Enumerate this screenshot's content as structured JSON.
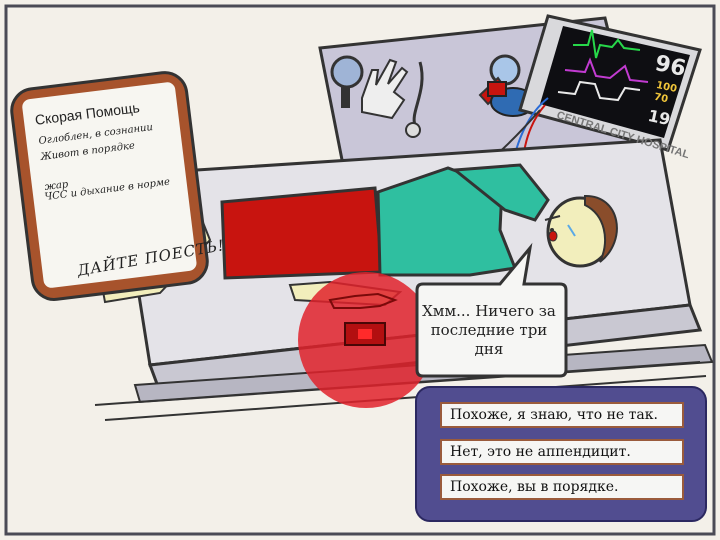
{
  "clipboard": {
    "title": "Скорая Помощь",
    "notes": [
      "Оглоблен, в сознании",
      "Живот в порядке",
      "жар",
      "ЧСС и дыхание в норме"
    ],
    "shout": "ДАЙТЕ ПОЕСТЬ!"
  },
  "monitor": {
    "heart_rate": "96",
    "bp_systolic": "100",
    "bp_diastolic": "70",
    "resp_rate": "19",
    "stretcher_label": "CENTRAL CITY HOSPITAL"
  },
  "dialogue": {
    "speech": "Хмм... Ничего за последние три дня",
    "choices": [
      "Похоже, я знаю, что не так.",
      "Нет, это не аппендицит.",
      "Похоже, вы в порядке."
    ]
  },
  "colors": {
    "frame": "#f3f0e9",
    "dialogue_panel": "#514d90",
    "clipboard": "#a7532c",
    "shirt": "#2fbfa0",
    "shorts": "#c8140f",
    "pain_spot": "#e0222b"
  }
}
